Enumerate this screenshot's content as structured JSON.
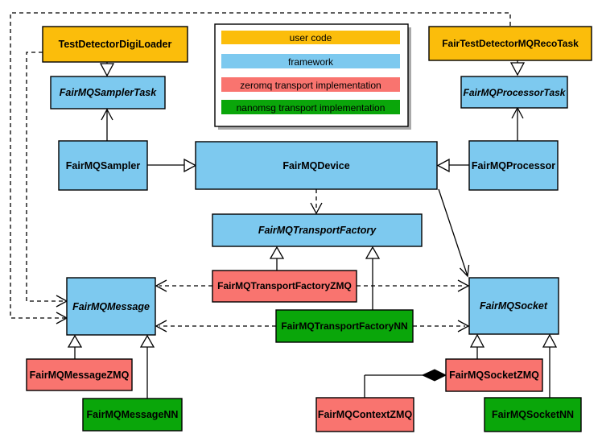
{
  "legend": {
    "items": [
      {
        "label": "user code",
        "color": "#FBBD0B",
        "category": "user-code"
      },
      {
        "label": "framework",
        "color": "#7DC9EF",
        "category": "framework"
      },
      {
        "label": "zeromq transport implementation",
        "color": "#F9746F",
        "category": "zeromq"
      },
      {
        "label": "nanomsg transport implementation",
        "color": "#0AA60A",
        "category": "nanomsg"
      }
    ]
  },
  "nodes": {
    "tddl": {
      "label": "TestDetectorDigiLoader",
      "category": "user-code",
      "abstract": false
    },
    "recoTask": {
      "label": "FairTestDetectorMQRecoTask",
      "category": "user-code",
      "abstract": false
    },
    "samplerTask": {
      "label": "FairMQSamplerTask",
      "category": "framework",
      "abstract": true
    },
    "processorTask": {
      "label": "FairMQProcessorTask",
      "category": "framework",
      "abstract": true
    },
    "sampler": {
      "label": "FairMQSampler",
      "category": "framework",
      "abstract": false
    },
    "device": {
      "label": "FairMQDevice",
      "category": "framework",
      "abstract": false
    },
    "processor": {
      "label": "FairMQProcessor",
      "category": "framework",
      "abstract": false
    },
    "factory": {
      "label": "FairMQTransportFactory",
      "category": "framework",
      "abstract": true
    },
    "factoryZMQ": {
      "label": "FairMQTransportFactoryZMQ",
      "category": "zeromq",
      "abstract": false
    },
    "factoryNN": {
      "label": "FairMQTransportFactoryNN",
      "category": "nanomsg",
      "abstract": false
    },
    "message": {
      "label": "FairMQMessage",
      "category": "framework",
      "abstract": true
    },
    "socket": {
      "label": "FairMQSocket",
      "category": "framework",
      "abstract": true
    },
    "messageZMQ": {
      "label": "FairMQMessageZMQ",
      "category": "zeromq",
      "abstract": false
    },
    "messageNN": {
      "label": "FairMQMessageNN",
      "category": "nanomsg",
      "abstract": false
    },
    "contextZMQ": {
      "label": "FairMQContextZMQ",
      "category": "zeromq",
      "abstract": false
    },
    "socketZMQ": {
      "label": "FairMQSocketZMQ",
      "category": "zeromq",
      "abstract": false
    },
    "socketNN": {
      "label": "FairMQSocketNN",
      "category": "nanomsg",
      "abstract": false
    }
  },
  "edges": [
    {
      "from": "TestDetectorDigiLoader",
      "to": "FairMQSamplerTask",
      "type": "inheritance",
      "style": "solid-hollow-triangle"
    },
    {
      "from": "FairTestDetectorMQRecoTask",
      "to": "FairMQProcessorTask",
      "type": "inheritance",
      "style": "solid-hollow-triangle"
    },
    {
      "from": "FairMQSampler",
      "to": "FairMQSamplerTask",
      "type": "association",
      "style": "solid-open-arrow"
    },
    {
      "from": "FairMQProcessor",
      "to": "FairMQProcessorTask",
      "type": "association",
      "style": "solid-open-arrow"
    },
    {
      "from": "FairMQSampler",
      "to": "FairMQDevice",
      "type": "inheritance",
      "style": "solid-hollow-triangle"
    },
    {
      "from": "FairMQProcessor",
      "to": "FairMQDevice",
      "type": "inheritance",
      "style": "solid-hollow-triangle"
    },
    {
      "from": "FairMQDevice",
      "to": "FairMQTransportFactory",
      "type": "dependency",
      "style": "dashed-open-arrow"
    },
    {
      "from": "FairMQDevice",
      "to": "FairMQSocket",
      "type": "association",
      "style": "solid-open-arrow"
    },
    {
      "from": "TestDetectorDigiLoader",
      "to": "FairMQMessage",
      "type": "dependency",
      "style": "dashed-open-arrow"
    },
    {
      "from": "FairTestDetectorMQRecoTask",
      "to": "FairMQMessage",
      "type": "dependency",
      "style": "dashed-open-arrow"
    },
    {
      "from": "FairMQTransportFactoryZMQ",
      "to": "FairMQTransportFactory",
      "type": "inheritance",
      "style": "solid-hollow-triangle"
    },
    {
      "from": "FairMQTransportFactoryNN",
      "to": "FairMQTransportFactory",
      "type": "inheritance",
      "style": "solid-hollow-triangle"
    },
    {
      "from": "FairMQTransportFactoryZMQ",
      "to": "FairMQMessage",
      "type": "dependency",
      "style": "dashed-open-arrow"
    },
    {
      "from": "FairMQTransportFactoryZMQ",
      "to": "FairMQSocket",
      "type": "dependency",
      "style": "dashed-open-arrow"
    },
    {
      "from": "FairMQTransportFactoryNN",
      "to": "FairMQMessage",
      "type": "dependency",
      "style": "dashed-open-arrow"
    },
    {
      "from": "FairMQTransportFactoryNN",
      "to": "FairMQSocket",
      "type": "dependency",
      "style": "dashed-open-arrow"
    },
    {
      "from": "FairMQMessageZMQ",
      "to": "FairMQMessage",
      "type": "inheritance",
      "style": "solid-hollow-triangle"
    },
    {
      "from": "FairMQMessageNN",
      "to": "FairMQMessage",
      "type": "inheritance",
      "style": "solid-hollow-triangle"
    },
    {
      "from": "FairMQSocketZMQ",
      "to": "FairMQSocket",
      "type": "inheritance",
      "style": "solid-hollow-triangle"
    },
    {
      "from": "FairMQSocketNN",
      "to": "FairMQSocket",
      "type": "inheritance",
      "style": "solid-hollow-triangle"
    },
    {
      "whole": "FairMQSocketZMQ",
      "part": "FairMQContextZMQ",
      "type": "composition",
      "style": "solid-filled-diamond"
    }
  ],
  "palette": {
    "user_code": "#FBBD0B",
    "framework": "#7DC9EF",
    "zeromq": "#F9746F",
    "nanomsg": "#0AA60A",
    "border": "#000000",
    "background": "#FFFFFF"
  }
}
